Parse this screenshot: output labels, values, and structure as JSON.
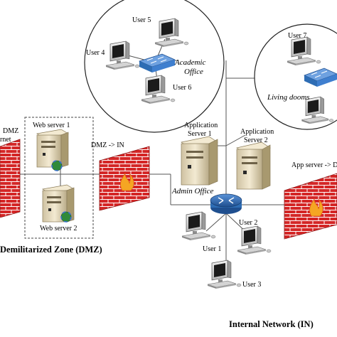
{
  "zones": {
    "academic_office": {
      "line1": "Academic",
      "line2": "Office"
    },
    "living_dooms": "Living dooms",
    "admin_office": "Admin Office",
    "dmz_title": "Demilitarized  Zone (DMZ)",
    "internal_network": "Internal Network (IN)"
  },
  "left_edge": {
    "line1": "DMZ",
    "line2": "rnet"
  },
  "servers": {
    "web1": "Web server 1",
    "web2": "Web server 2",
    "app1": {
      "line1": "Application",
      "line2": "Server 1"
    },
    "app2": {
      "line1": "Application",
      "line2": "Server 2"
    }
  },
  "firewalls": {
    "dmz_in": "DMZ -> IN",
    "app_server": "App server -> D"
  },
  "users": {
    "u1": "User 1",
    "u2": "User 2",
    "u3": "User 3",
    "u4": "User 4",
    "u5": "User 5",
    "u6": "User 6",
    "u7": "User 7"
  },
  "colors": {
    "firewall_brick": "#d42626",
    "firewall_mortar": "#ffffff",
    "server_body": "#e8dcc0",
    "router": "#2e6db4",
    "switch": "#3f7fcf",
    "monitor_screen": "#1b1b1b",
    "globe": "#2f8a3a"
  },
  "icons": [
    "firewall-icon",
    "server-icon",
    "router-icon",
    "switch-icon",
    "workstation-icon",
    "globe-icon"
  ]
}
